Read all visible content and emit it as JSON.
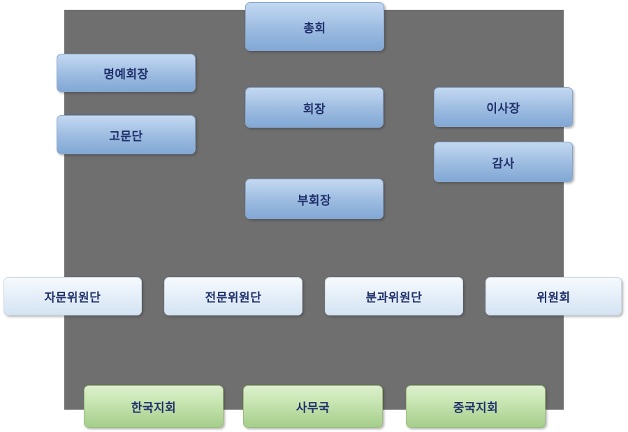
{
  "diagram": {
    "type": "org-chart",
    "canvas_color": "#ffffff",
    "background_color": "#6f6f6f",
    "text_color": "#20306b",
    "node_styles": {
      "blue": {
        "gradient_top": "#c3d8f1",
        "gradient_bottom": "#81a8d5",
        "border": "#89a5cb"
      },
      "light": {
        "gradient_top": "#f7fafd",
        "gradient_bottom": "#d4e3f3",
        "border": "#ccd8e6"
      },
      "green": {
        "gradient_top": "#dcefcd",
        "gradient_bottom": "#a5ce8b",
        "border": "#9abc7a"
      }
    },
    "nodes": [
      {
        "label": "총회",
        "style": "blue"
      },
      {
        "label": "명예회장",
        "style": "blue"
      },
      {
        "label": "고문단",
        "style": "blue"
      },
      {
        "label": "회장",
        "style": "blue"
      },
      {
        "label": "부회장",
        "style": "blue"
      },
      {
        "label": "이사장",
        "style": "blue"
      },
      {
        "label": "감사",
        "style": "blue"
      },
      {
        "label": "자문위원단",
        "style": "light"
      },
      {
        "label": "전문위원단",
        "style": "light"
      },
      {
        "label": "분과위원단",
        "style": "light"
      },
      {
        "label": "위원회",
        "style": "light"
      },
      {
        "label": "한국지회",
        "style": "green"
      },
      {
        "label": "사무국",
        "style": "green"
      },
      {
        "label": "중국지회",
        "style": "green"
      }
    ]
  }
}
